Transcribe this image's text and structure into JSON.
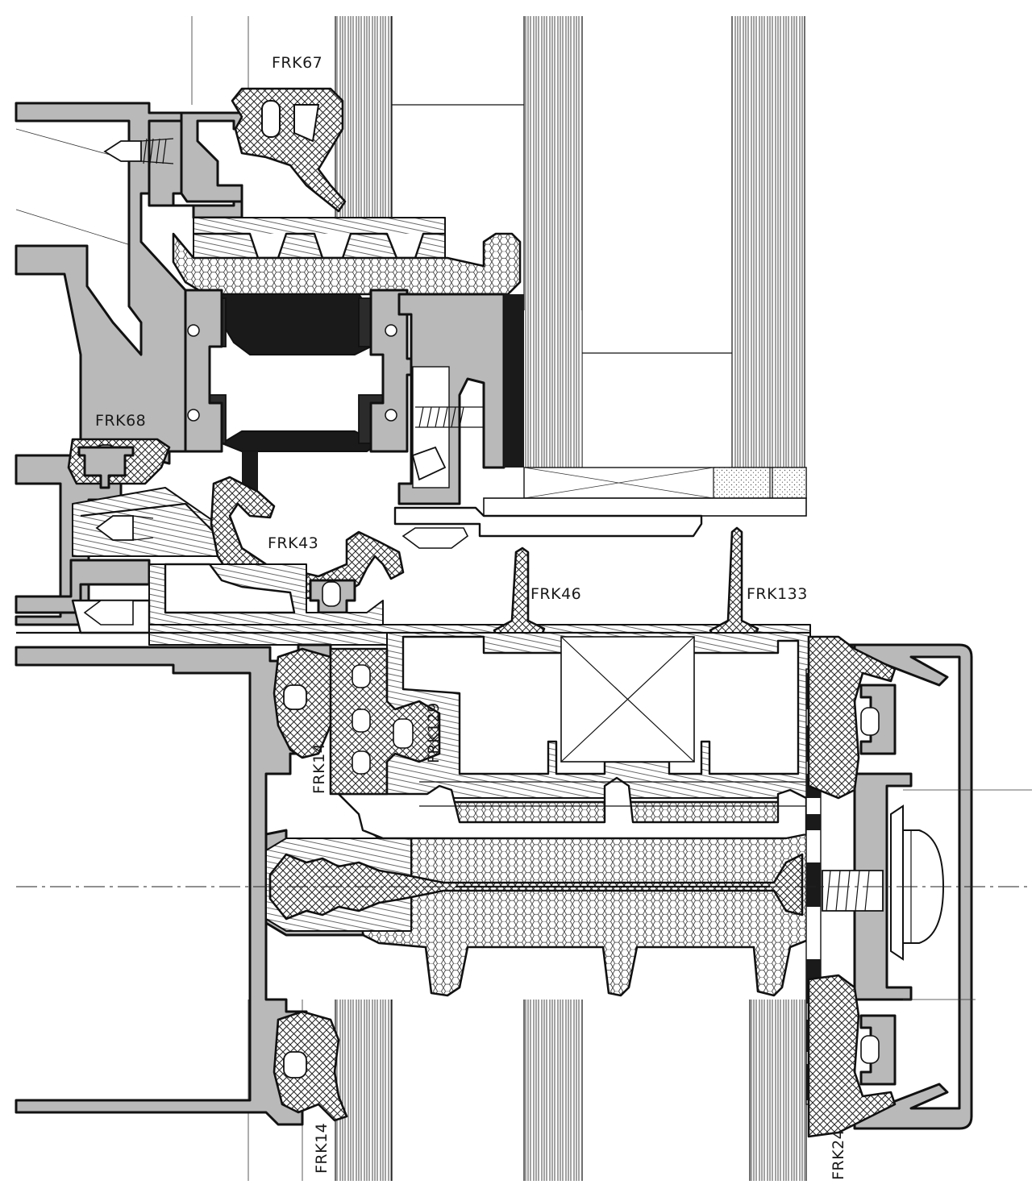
{
  "drawing": {
    "labels": {
      "frk67": "FRK67",
      "frk68": "FRK68",
      "frk43": "FRK43",
      "frk46": "FRK46",
      "frk133": "FRK133",
      "frk129": "FRK129",
      "frk14_top": "FRK14",
      "frk14_bottom": "FRK14",
      "frk24": "FRK24"
    },
    "colors": {
      "aluminium": "#b9b9b9",
      "line": "#111111",
      "background": "#ffffff"
    }
  }
}
